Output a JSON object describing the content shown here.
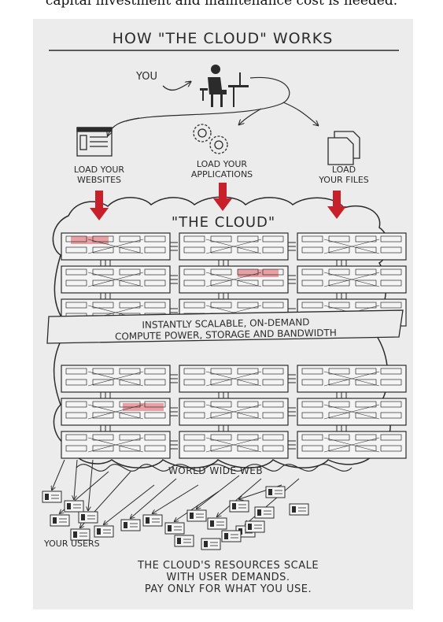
{
  "top_caption": "capital investment and maintenance cost is needed.",
  "title": "HOW \"THE CLOUD\" WORKS",
  "you_label": "YOU",
  "actions": [
    {
      "line1": "LOAD YOUR",
      "line2": "WEBSITES"
    },
    {
      "line1": "LOAD YOUR",
      "line2": "APPLICATIONS"
    },
    {
      "line1": "LOAD",
      "line2": "YOUR FILES"
    }
  ],
  "cloud_label": "\"THE CLOUD\"",
  "banner_line1": "INSTANTLY SCALABLE, ON-DEMAND",
  "banner_line2": "COMPUTE POWER, STORAGE AND BANDWIDTH",
  "www_label": "WORLD WIDE WEB",
  "users_label": "YOUR USERS",
  "footer": [
    "THE CLOUD'S RESOURCES SCALE",
    "WITH USER DEMANDS.",
    "PAY ONLY FOR WHAT YOU USE."
  ],
  "colors": {
    "accent": "#c8202a",
    "highlight": "#e8a0a4",
    "ink": "#2b2b2b",
    "background": "#ececec"
  }
}
